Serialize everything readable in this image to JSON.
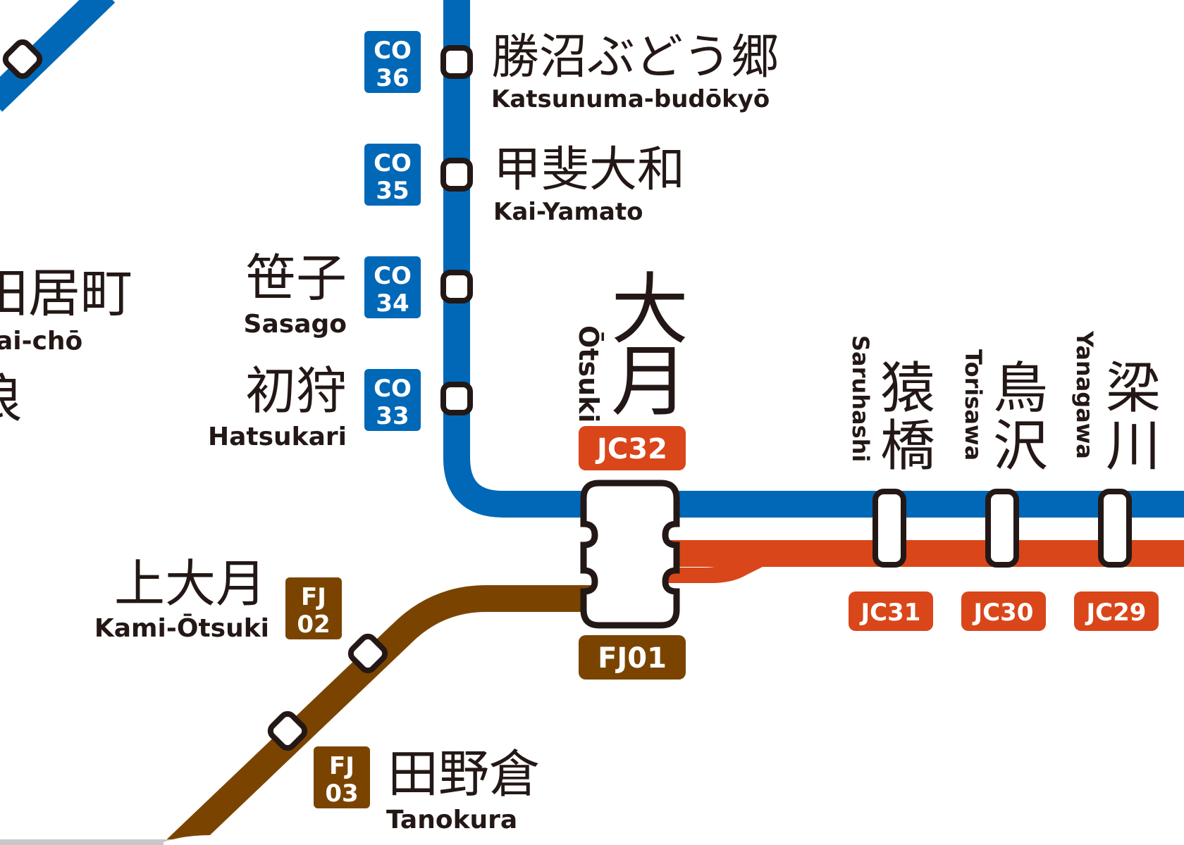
{
  "colors": {
    "chuo_line_rapid": "#0068B7",
    "chuo_line": "#D9461A",
    "fujikyuko_line": "#7A4400",
    "station_outline": "#231815",
    "background": "#FFFFFF"
  },
  "stations": {
    "katsunuma": {
      "ja": "勝沼ぶどう郷",
      "en": "Katsunuma-budōkyō",
      "code": [
        "CO",
        "36"
      ]
    },
    "kai_yamato": {
      "ja": "甲斐大和",
      "en": "Kai-Yamato",
      "code": [
        "CO",
        "35"
      ]
    },
    "sasago": {
      "ja": "笹子",
      "en": "Sasago",
      "code": [
        "CO",
        "34"
      ]
    },
    "hatsukari": {
      "ja": "初狩",
      "en": "Hatsukari",
      "code": [
        "CO",
        "33"
      ]
    },
    "otsuki": {
      "ja": [
        "大",
        "月"
      ],
      "en": "Ōtsuki",
      "code_jc": "JC32",
      "code_fj": "FJ01"
    },
    "saruhashi": {
      "ja": [
        "猿",
        "橋"
      ],
      "en": "Saruhashi",
      "code": "JC31"
    },
    "torisawa": {
      "ja": [
        "鳥",
        "沢"
      ],
      "en": "Torisawa",
      "code": "JC30"
    },
    "yanagawa": {
      "ja": [
        "梁",
        "川"
      ],
      "en": "Yanagawa",
      "code": "JC29"
    },
    "kami_otsuki": {
      "ja": "上大月",
      "en": "Kami-Ōtsuki",
      "code": [
        "FJ",
        "02"
      ]
    },
    "tanokura": {
      "ja": "田野倉",
      "en": "Tanokura",
      "code": [
        "FJ",
        "03"
      ]
    },
    "partial_left_1": {
      "ja": "田居町",
      "en": "ai-chō"
    },
    "partial_left_2": {
      "ja": "浪"
    }
  }
}
